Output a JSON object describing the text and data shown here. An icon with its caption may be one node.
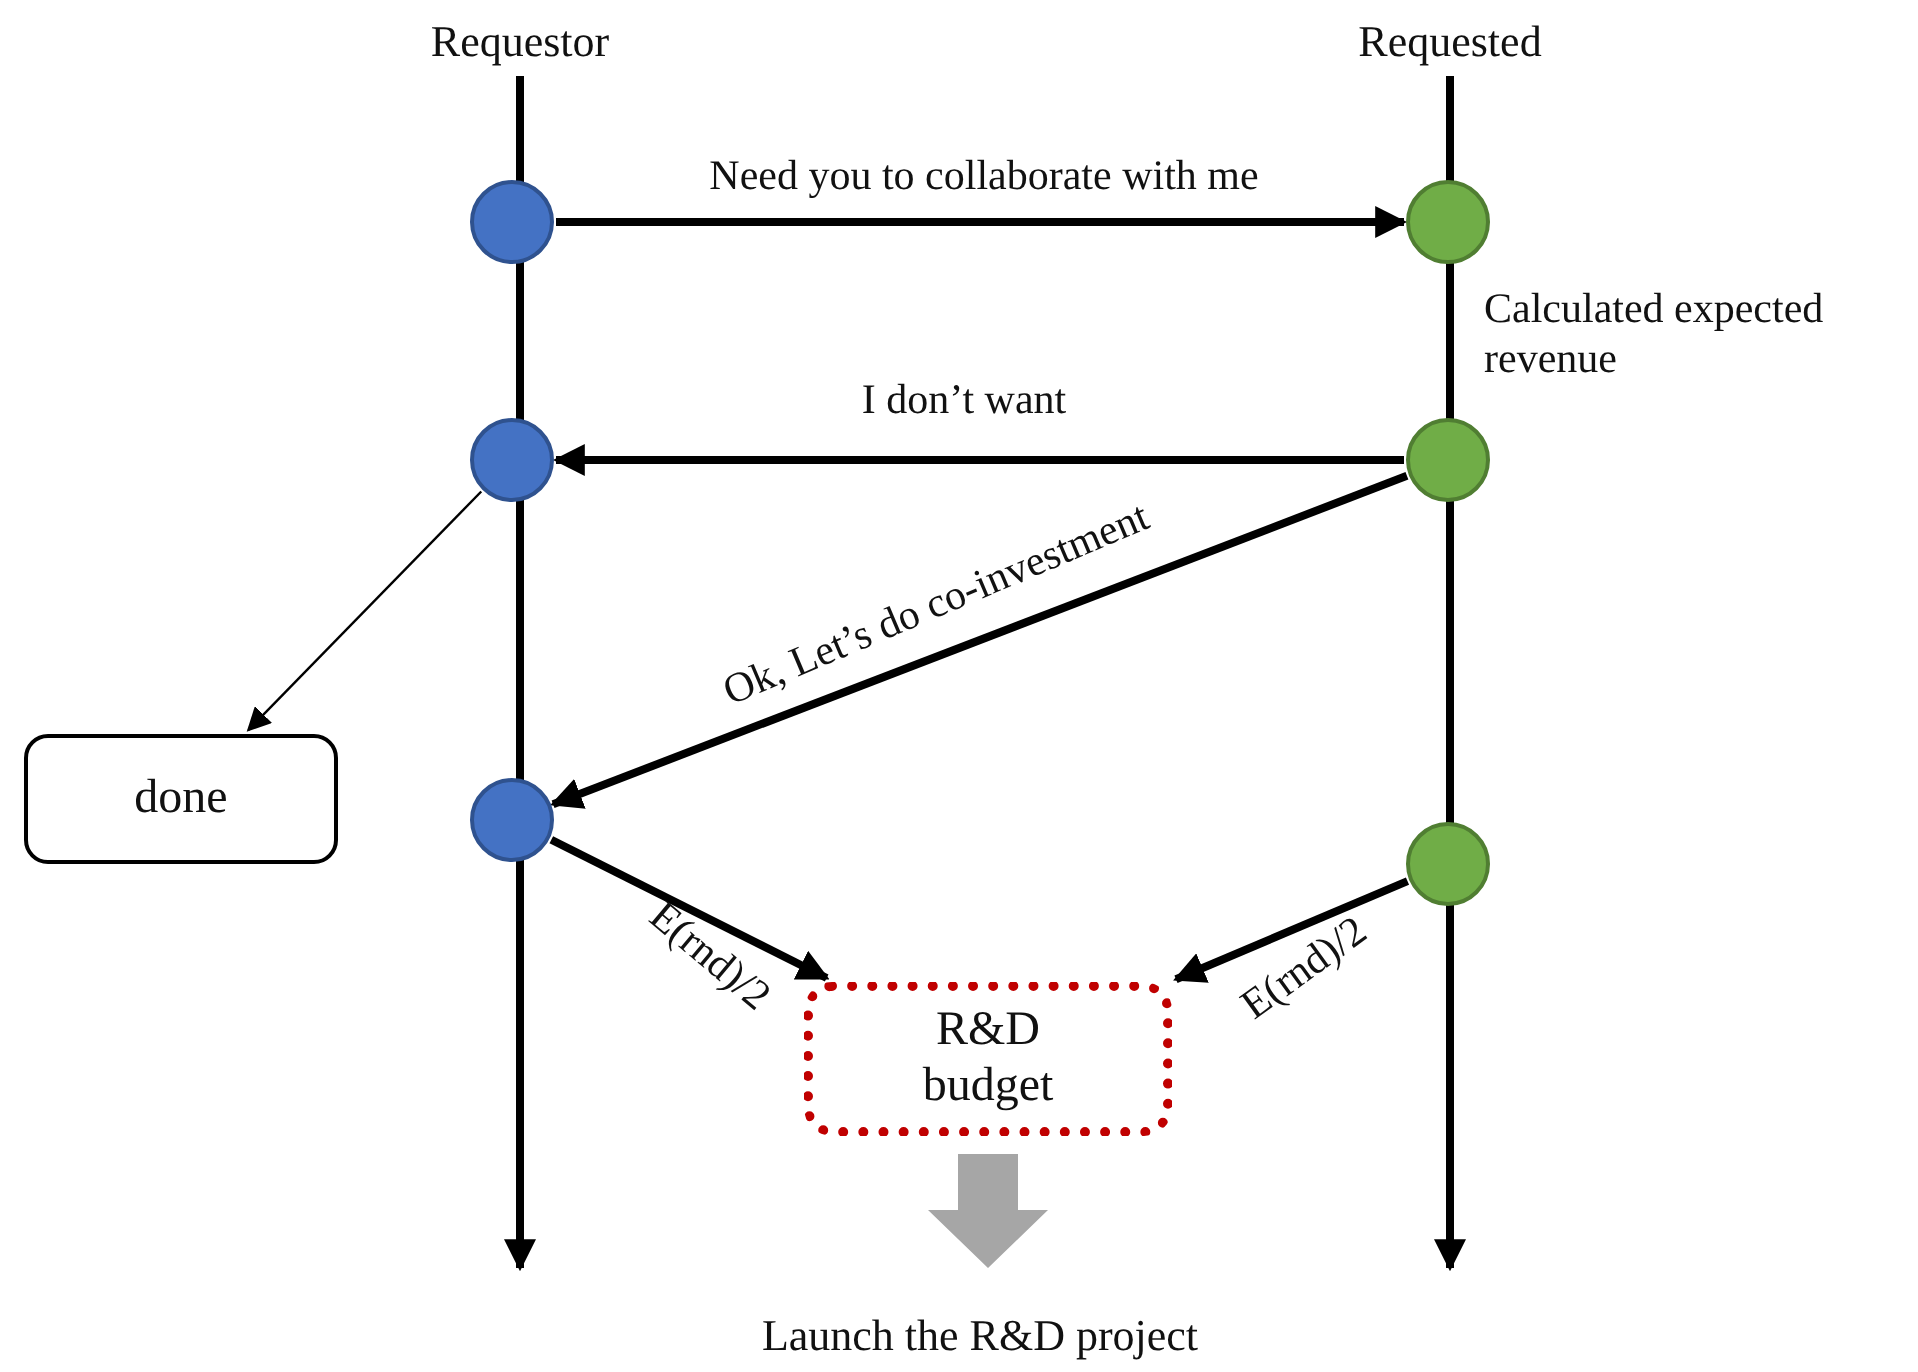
{
  "diagram": {
    "nodes": [
      {
        "text": [
          "Requestor"
        ]
      },
      {
        "text": [
          "Requested"
        ]
      },
      {
        "text": [],
        "shape": "circle"
      },
      {
        "text": [],
        "shape": "circle",
        "beside": [
          "Calculated expected revenue"
        ]
      },
      {
        "text": [],
        "shape": "circle"
      },
      {
        "text": [],
        "shape": "circle"
      },
      {
        "text": [
          "done"
        ]
      },
      {
        "text": [],
        "shape": "circle"
      },
      {
        "text": [],
        "shape": "circle"
      },
      {
        "text": [
          "R&D budget"
        ]
      },
      {
        "text": [
          "Launch the R&D project"
        ]
      }
    ],
    "edges": [
      {
        "from": 0,
        "to": null,
        "arrow": "to"
      },
      {
        "from": 1,
        "to": null,
        "arrow": "to"
      },
      {
        "from": 2,
        "to": 3,
        "arrow": "to",
        "label": "Need you to collaborate with me"
      },
      {
        "from": 5,
        "to": 4,
        "arrow": "to",
        "label": "I don’t want"
      },
      {
        "from": 4,
        "to": 6,
        "arrow": "to"
      },
      {
        "from": 5,
        "to": 7,
        "arrow": "to",
        "label": "Ok, Let’s do co-investment"
      },
      {
        "from": 7,
        "to": 9,
        "arrow": "to",
        "label": "E(rnd)/2"
      },
      {
        "from": 8,
        "to": 9,
        "arrow": "to",
        "label": "E(rnd)/2"
      },
      {
        "from": 9,
        "to": 10,
        "arrow": "to",
        "color": "#a6a6a6"
      }
    ]
  }
}
